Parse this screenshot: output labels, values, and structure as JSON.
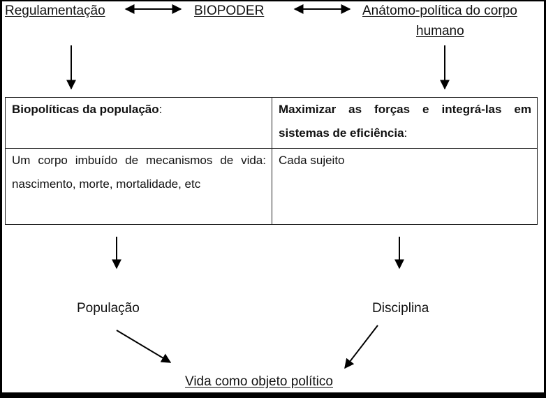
{
  "top_row": {
    "left": "Regulamentação",
    "center": "BIOPODER",
    "right_line1": "Anátomo-política do corpo",
    "right_line2": "humano"
  },
  "table": {
    "headers": [
      {
        "text": "Biopolíticas da população",
        "suffix": ":"
      },
      {
        "text": "Maximizar as forças e integrá-las em sistemas de eficiência",
        "suffix": ":"
      }
    ],
    "cells": [
      "Um corpo imbuído de mecanismos de vida: nascimento, morte, mortalidade, etc",
      "Cada sujeito"
    ]
  },
  "outcomes": {
    "left": "População",
    "right": "Disciplina",
    "result": "Vida como objeto político"
  },
  "arrows": [
    {
      "from": "Regulamentação",
      "to": "BIOPODER",
      "type": "bidirectional"
    },
    {
      "from": "BIOPODER",
      "to": "Anátomo-política do corpo humano",
      "type": "bidirectional"
    },
    {
      "from": "Regulamentação",
      "to": "Biopolíticas da população",
      "type": "down"
    },
    {
      "from": "Anátomo-política do corpo humano",
      "to": "Maximizar as forças",
      "type": "down"
    },
    {
      "from": "table-left",
      "to": "População",
      "type": "down"
    },
    {
      "from": "table-right",
      "to": "Disciplina",
      "type": "down"
    },
    {
      "from": "População",
      "to": "Vida como objeto político",
      "type": "diagonal"
    },
    {
      "from": "Disciplina",
      "to": "Vida como objeto político",
      "type": "diagonal"
    }
  ]
}
